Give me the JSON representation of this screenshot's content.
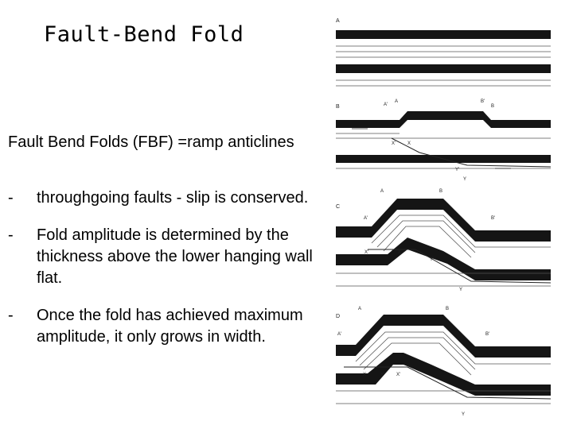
{
  "slide": {
    "title": "Fault-Bend Fold",
    "intro": "Fault Bend Folds (FBF) =ramp anticlines",
    "bullets": [
      {
        "marker": "-",
        "text": "throughgoing faults - slip is conserved."
      },
      {
        "marker": "-",
        "text": "Fold amplitude is determined by the thickness above the lower hanging wall flat."
      },
      {
        "marker": "-",
        "text": "Once the fold has achieved maximum amplitude, it only grows in width."
      }
    ]
  },
  "figure": {
    "panels": [
      {
        "letter": "A",
        "labels": []
      },
      {
        "letter": "B",
        "labels": [
          "A'",
          "A",
          "B'",
          "B",
          "X'",
          "X",
          "Y'",
          "Y"
        ]
      },
      {
        "letter": "C",
        "labels": [
          "A",
          "B",
          "A'",
          "B'",
          "X'",
          "X",
          "Y'",
          "Y"
        ]
      },
      {
        "letter": "D",
        "labels": [
          "A",
          "B",
          "A'",
          "B'",
          "X",
          "Y'",
          "X'",
          "Y"
        ]
      }
    ],
    "colors": {
      "layer": "#151515",
      "line": "#555555"
    }
  }
}
